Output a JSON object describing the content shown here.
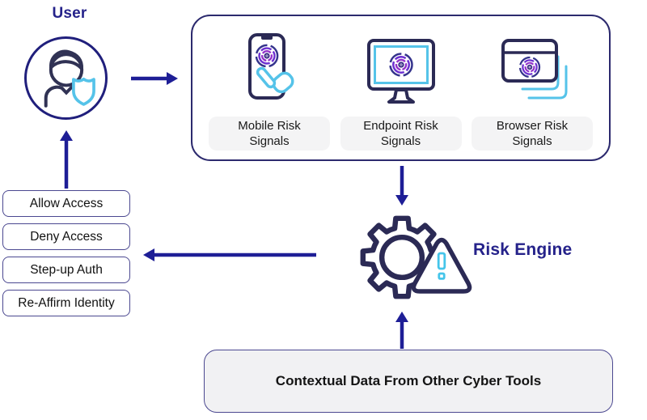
{
  "title": "Risk signals flow diagram",
  "user": {
    "label": "User",
    "icon": "user-shield-icon"
  },
  "flow_arrows": [
    "user-to-signals",
    "signals-to-risk-engine",
    "risk-engine-to-actions",
    "actions-to-user",
    "contextual-to-risk-engine"
  ],
  "signals": {
    "items": [
      {
        "label": "Mobile Risk Signals",
        "icon": "mobile-fingerprint-icon"
      },
      {
        "label": "Endpoint Risk Signals",
        "icon": "endpoint-fingerprint-icon"
      },
      {
        "label": "Browser Risk Signals",
        "icon": "browser-fingerprint-icon"
      }
    ]
  },
  "risk_engine": {
    "label": "Risk Engine",
    "icon": "gear-warning-icon"
  },
  "actions": {
    "items": [
      {
        "label": "Allow Access"
      },
      {
        "label": "Deny Access"
      },
      {
        "label": "Step-up Auth"
      },
      {
        "label": "Re-Affirm Identity"
      }
    ]
  },
  "contextual": {
    "label": "Contextual Data From Other Cyber Tools"
  },
  "colors": {
    "arrow_navy": "#1e1e96",
    "heading_navy": "#25228a",
    "icon_outline": "#2b2a55",
    "panel_border": "#2c2a6e",
    "box_border": "#4b4890",
    "light_blue": "#55c3e9",
    "fingerprint_outer": "#34338c",
    "fingerprint_mid": "#6c2fd0",
    "fingerprint_inner": "#9230c9",
    "chip_bg": "#f4f4f5",
    "contextual_bg": "#f1f1f3"
  }
}
